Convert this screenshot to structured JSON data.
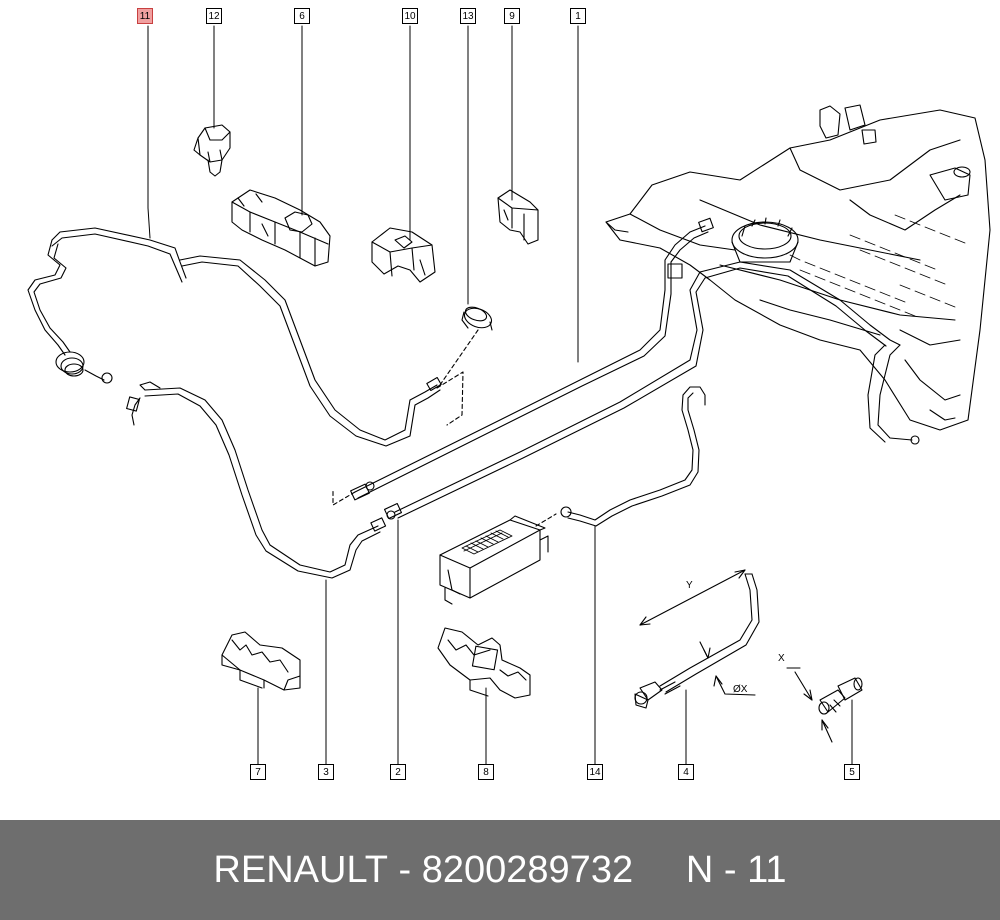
{
  "callouts": {
    "c1": "1",
    "c2": "2",
    "c3": "3",
    "c4": "4",
    "c5": "5",
    "c6": "6",
    "c7": "7",
    "c8": "8",
    "c9": "9",
    "c10": "10",
    "c11": "11",
    "c12": "12",
    "c13": "13",
    "c14": "14"
  },
  "highlighted_callout": "11",
  "dimensions": {
    "y": "Y",
    "x": "X",
    "diameter": "ØX"
  },
  "footer": {
    "brand": "RENAULT",
    "part_number": "8200289732",
    "reference": "N - 11",
    "separator": " - "
  },
  "colors": {
    "footer_bg": "#6e6e6e",
    "highlight": "#f0a0a0",
    "line": "#000000"
  }
}
